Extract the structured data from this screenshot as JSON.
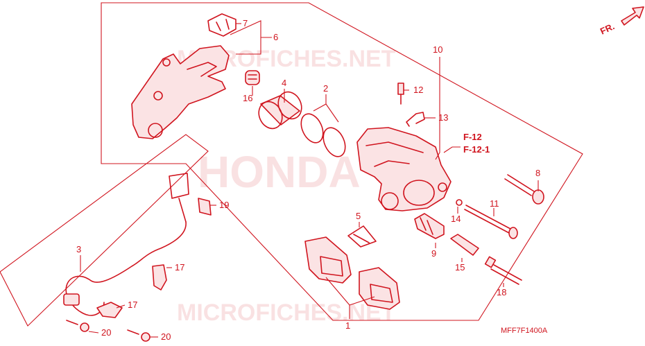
{
  "diagram": {
    "accent_color": "#d0141e",
    "direction_label": "FR.",
    "drawing_code": "MFF7F1400A",
    "watermarks": [
      "MICROFICHES.NET",
      "HONDA",
      "MICROFICHES.NET"
    ],
    "references": [
      "F-12",
      "F-12-1"
    ],
    "callouts": {
      "c1": "1",
      "c2": "2",
      "c3": "3",
      "c4": "4",
      "c5": "5",
      "c6": "6",
      "c7": "7",
      "c8": "8",
      "c9": "9",
      "c10": "10",
      "c11": "11",
      "c12": "12",
      "c13": "13",
      "c14": "14",
      "c15": "15",
      "c16": "16",
      "c17a": "17",
      "c17b": "17",
      "c18": "18",
      "c19": "19",
      "c20a": "20",
      "c20b": "20"
    }
  }
}
